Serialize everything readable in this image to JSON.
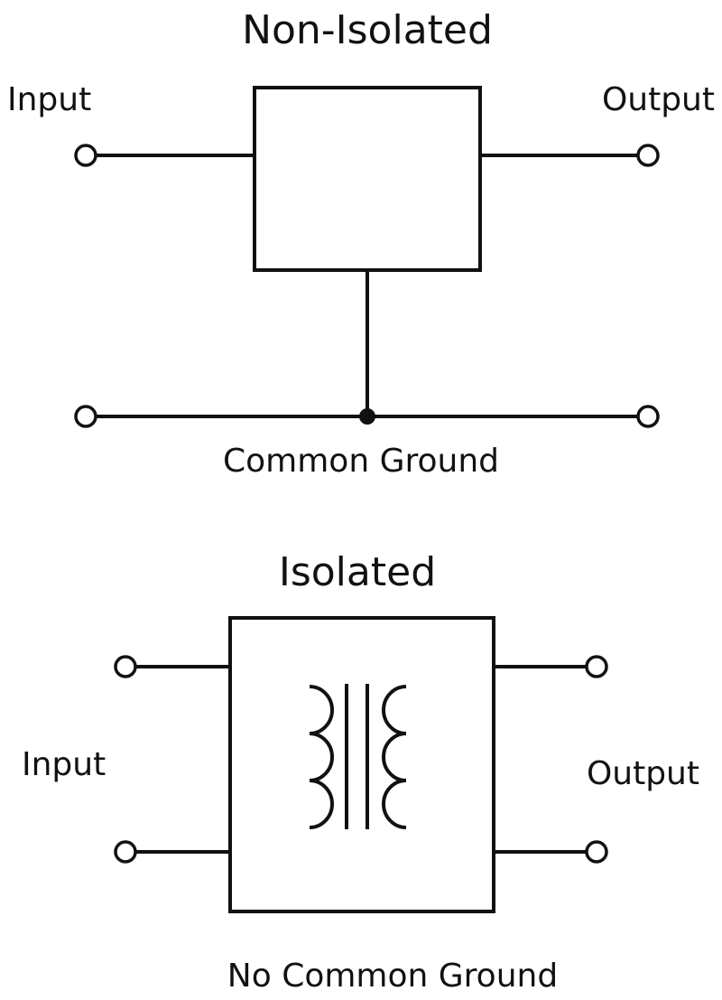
{
  "non_isolated": {
    "title": "Non-Isolated",
    "input_label": "Input",
    "output_label": "Output",
    "ground_label": "Common Ground"
  },
  "isolated": {
    "title": "Isolated",
    "input_label": "Input",
    "output_label": "Output",
    "ground_label": "No Common Ground"
  },
  "colors": {
    "line": "#111111",
    "background": "#ffffff"
  }
}
